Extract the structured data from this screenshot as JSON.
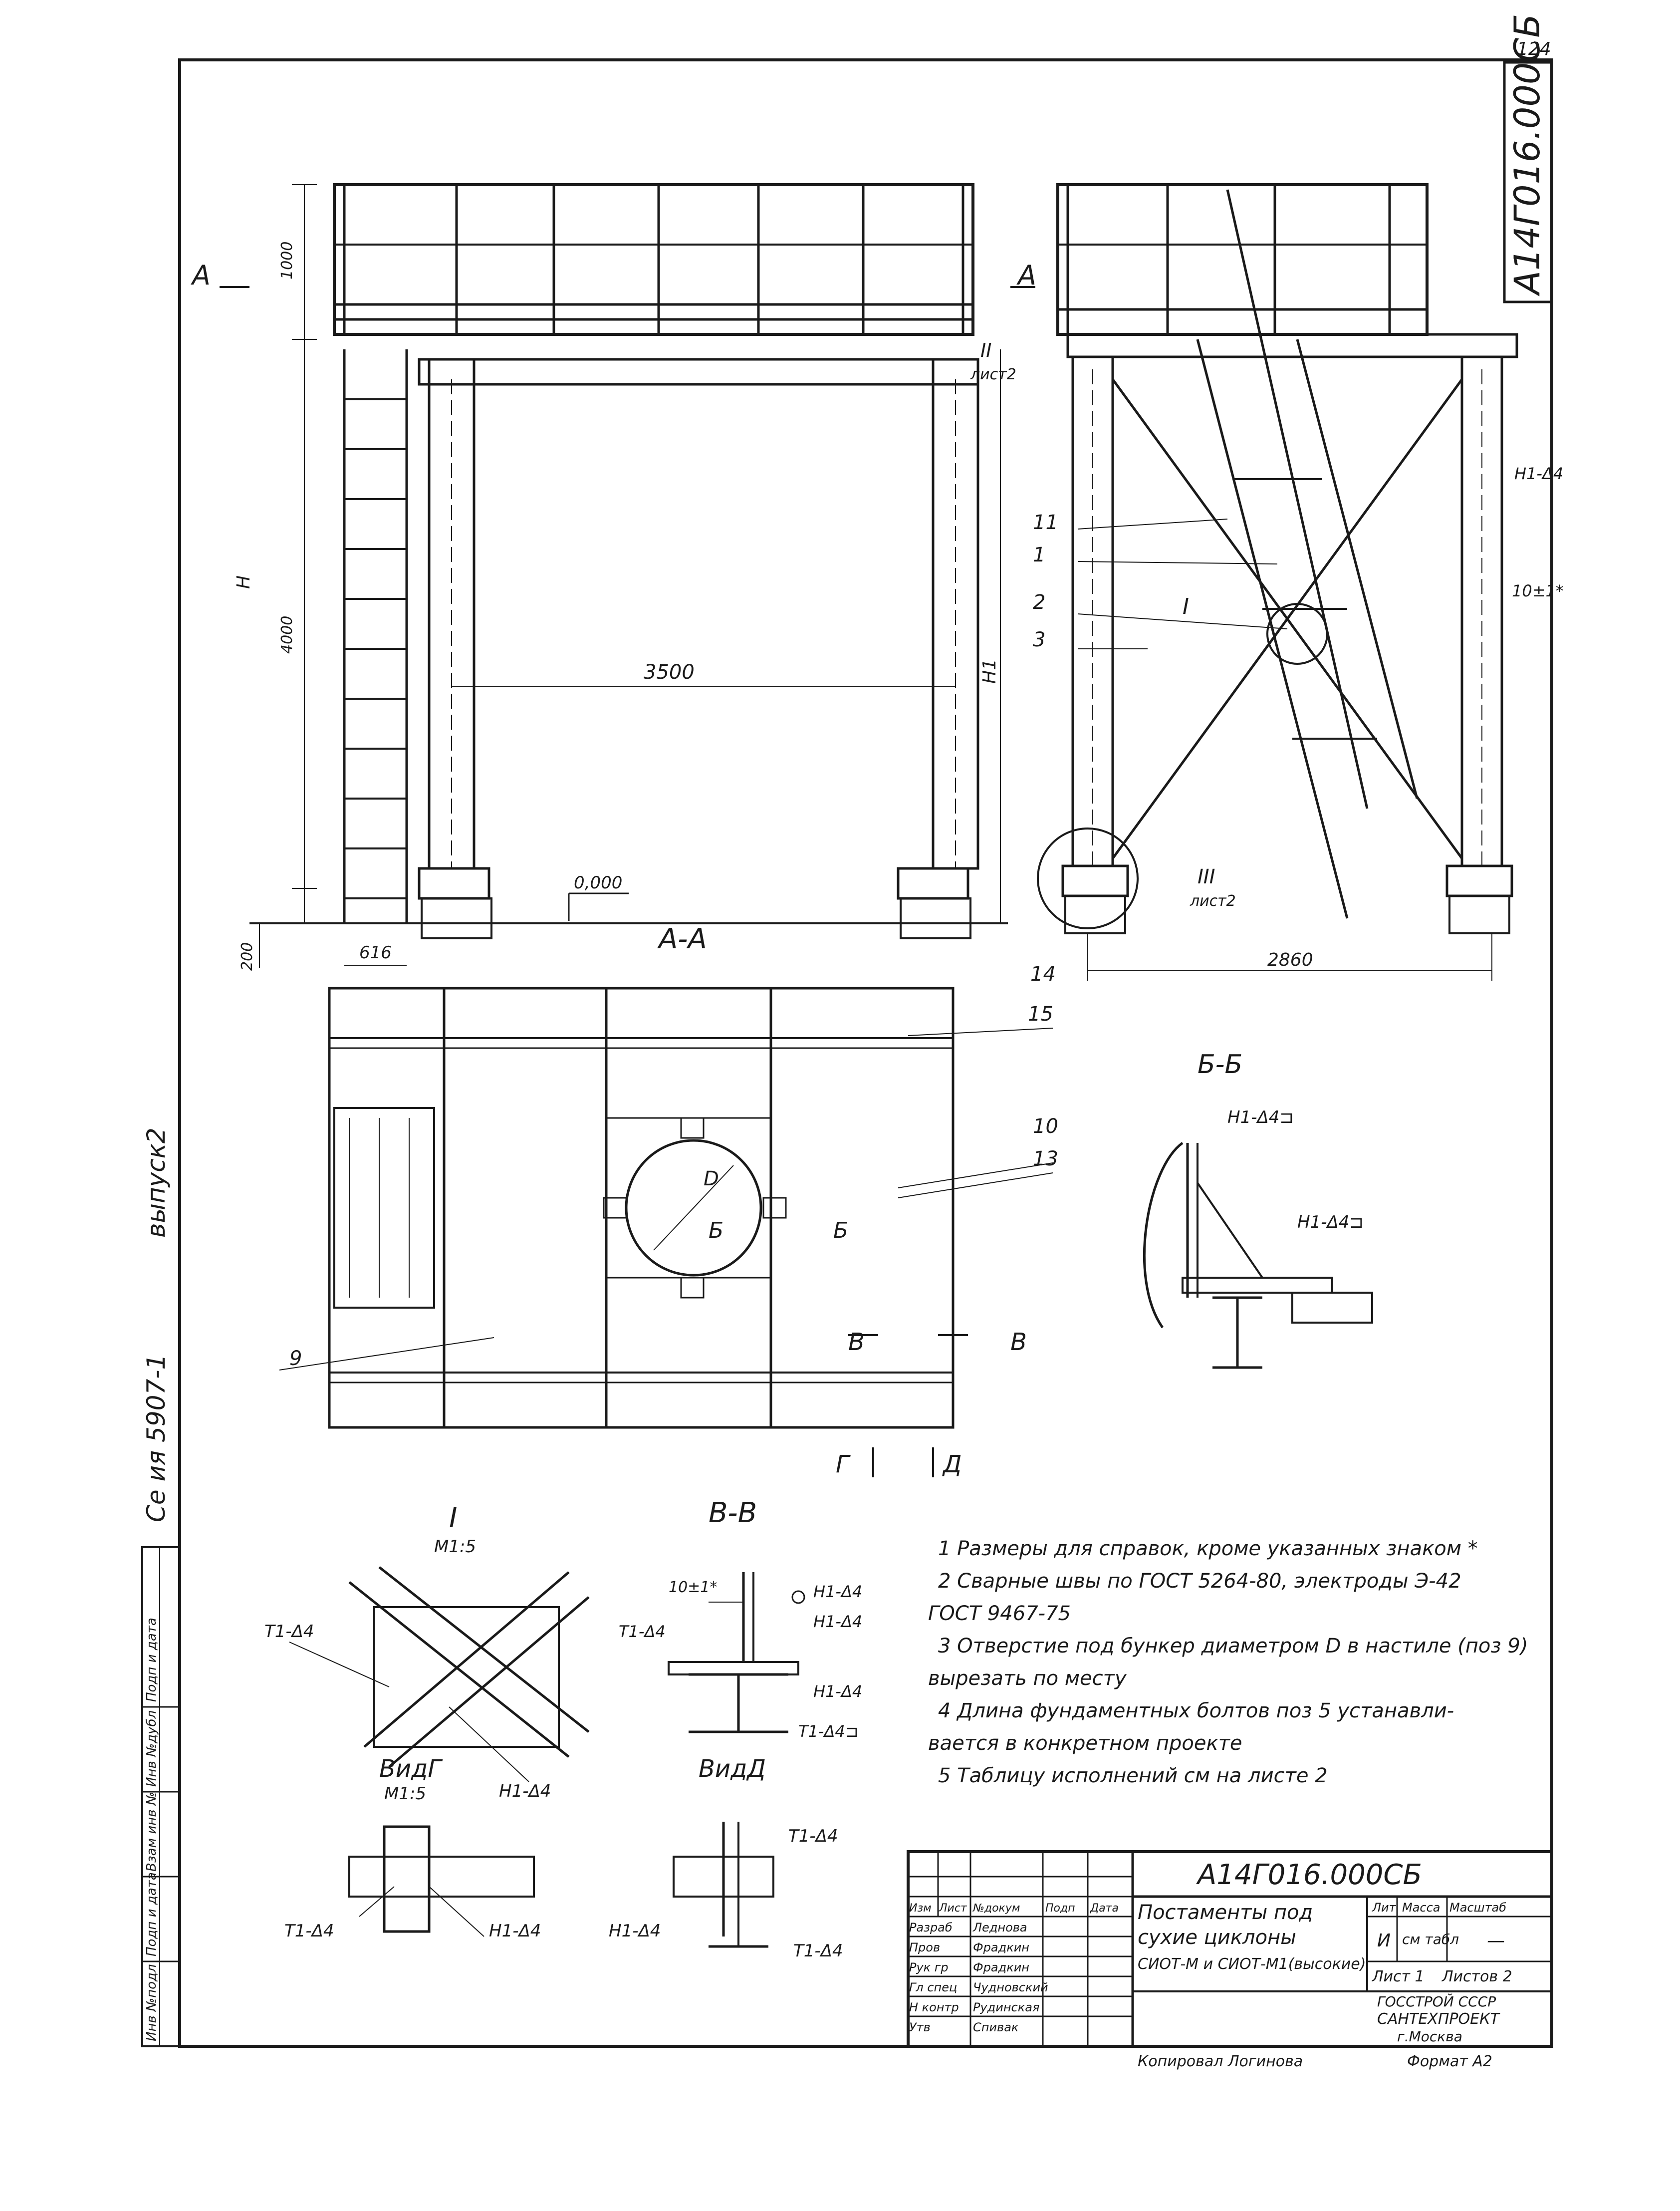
{
  "page_number": "124",
  "doc_code": "А14Г016.000СБ",
  "left_margin": {
    "series": "Се  ия 5907-1",
    "issue": "выпуск2"
  },
  "views": {
    "main": {
      "section_marker_left": "А",
      "section_marker_right": "А",
      "dim_1000": "1000",
      "dim_H": "Н",
      "dim_4000": "4000",
      "dim_3500": "3500",
      "dim_H1": "Н1",
      "dim_616": "616",
      "dim_200": "200",
      "level": "0,000",
      "callout_II": "II",
      "callout_II_sheet": "лист2"
    },
    "side": {
      "labels": [
        "11",
        "1",
        "2",
        "3"
      ],
      "detail_I": "I",
      "weld_h1": "Н1-Δ4",
      "dim_10": "10±1*",
      "detail_III": "III",
      "detail_III_sheet": "лист2",
      "pos14": "14",
      "dim_2860": "2860"
    },
    "plan": {
      "title": "А-А",
      "pos15": "15",
      "pos10": "10",
      "pos13": "13",
      "pos9": "9",
      "dim_D": "D",
      "cut_B": "Б",
      "cut_V": "В",
      "view_G": "Г",
      "view_D": "Д"
    },
    "section_bb": {
      "title": "Б-Б",
      "weld1": "Н1-Δ4⊐",
      "weld2": "Н1-Δ4⊐"
    },
    "detail_i": {
      "title": "I",
      "scale": "М1:5",
      "w_t1": "Т1-Δ4",
      "w_h1": "Н1-Δ4"
    },
    "section_vv": {
      "title": "В-В",
      "dim": "10±1*",
      "w_h1a": "Н1-Δ4",
      "w_h1b": "Н1-Δ4",
      "w_t1a": "Т1-Δ4",
      "w_h1c": "Н1-Δ4",
      "w_t1b": "Т1-Δ4⊐"
    },
    "view_g": {
      "title": "ВидГ",
      "scale": "М1:5",
      "w_t1": "Т1-Δ4",
      "w_h1": "Н1-Δ4"
    },
    "view_d": {
      "title": "ВидД",
      "w_t1a": "Т1-Δ4",
      "w_h1": "Н1-Δ4",
      "w_t1b": "Т1-Δ4"
    }
  },
  "notes": [
    "1 Размеры для справок, кроме указанных знаком *",
    "2 Сварные швы по ГОСТ 5264-80, электроды Э-42",
    "ГОСТ 9467-75",
    "3 Отверстие под бункер диаметром D в настиле (поз 9)",
    "вырезать по месту",
    "4 Длина фундаментных болтов поз 5 устанавли-",
    "вается в конкретном проекте",
    "5 Таблицу исполнений см на листе 2"
  ],
  "title_block": {
    "doc_code": "А14Г016.000СБ",
    "title_lines": [
      "Постаменты под",
      "сухие циклоны",
      "СИОТ-М и СИОТ-М1(высокие)"
    ],
    "col_headers": [
      "Изм",
      "Лист",
      "№докум",
      "Подп",
      "Дата"
    ],
    "roles": [
      "Разраб",
      "Пров",
      "Рук гр",
      "Гл спец",
      "Н контр",
      "Утв"
    ],
    "names": [
      "Леднова",
      "Фрадкин",
      "Фрадкин",
      "Чудновский",
      "Рудинская",
      "Спивак"
    ],
    "lit_header": "Лит",
    "mass_header": "Масса",
    "scale_header": "Масштаб",
    "lit_value": "И",
    "mass_value": "см табл",
    "scale_value": "—",
    "sheet_label": "Лист 1",
    "sheets_label": "Листов 2",
    "org_lines": [
      "ГОССТРОЙ СССР",
      "САНТЕХПРОЕКТ",
      "г.Москва"
    ],
    "copied": "Копировал Логинова",
    "format": "Формат А2"
  },
  "left_stamp": [
    "Инв №подл",
    "Подп и дата",
    "Взам инв №",
    "Инв №дубл",
    "Подп и дата"
  ]
}
